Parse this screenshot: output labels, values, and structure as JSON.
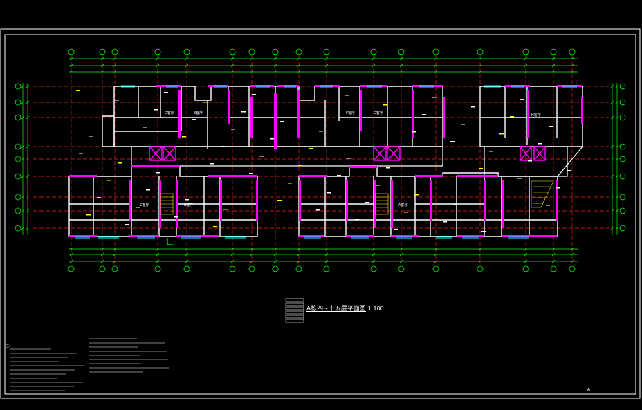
{
  "drawing": {
    "title": "A栋四~十五层平面图",
    "scale": "1:100",
    "notes_heading": "注:",
    "sheet_mark": "A",
    "room_labels": {
      "living_b": "B客厅",
      "living_a": "A客厅",
      "living_c": "C客厅",
      "living_d": "D客厅",
      "living_e": "E客厅",
      "living_f": "F客厅",
      "living_g": "G客厅",
      "living_h": "H客厅"
    }
  },
  "colors": {
    "background": "#000000",
    "frame": "#ffffff",
    "wall": "#ffffff",
    "wall_fill": "#ff00ff",
    "axis_line": "#ff0000",
    "dimension": "#00ff00",
    "text": "#ffffff",
    "window": "#00ffff",
    "accent_yellow": "#ffff00"
  },
  "icons": {
    "axis_bubble": "circle",
    "stair": "hatched-rectangle",
    "elevator": "crossed-box"
  }
}
